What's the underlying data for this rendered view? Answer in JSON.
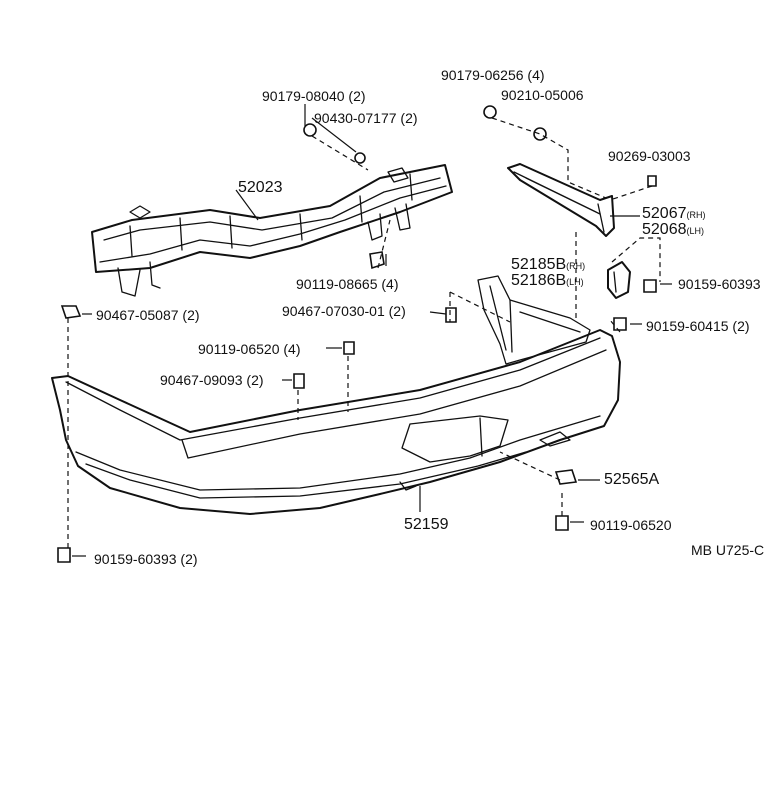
{
  "labels": {
    "p90179_08040": "90179-08040 (2)",
    "p90430_07177": "90430-07177 (2)",
    "p90179_06256": "90179-06256 (4)",
    "p90210_05006": "90210-05006",
    "p90269_03003": "90269-03003",
    "p52023": "52023",
    "p52067": "52067",
    "p52067_side": "(RH)",
    "p52068": "52068",
    "p52068_side": "(LH)",
    "p90119_08665": "90119-08665 (4)",
    "p52185B": "52185B",
    "p52185B_side": "(RH)",
    "p52186B": "52186B",
    "p52186B_side": "(LH)",
    "p90159_60393_top": "90159-60393",
    "p90467_05087": "90467-05087 (2)",
    "p90467_07030": "90467-07030-01 (2)",
    "p90159_60415": "90159-60415 (2)",
    "p90119_06520_a": "90119-06520 (4)",
    "p90467_09093": "90467-09093 (2)",
    "p52565A": "52565A",
    "p52159": "52159",
    "p90119_06520_b": "90119-06520",
    "p90159_60393_bot": "90159-60393 (2)"
  },
  "footer": {
    "diagram_code": "MB U725-C"
  }
}
